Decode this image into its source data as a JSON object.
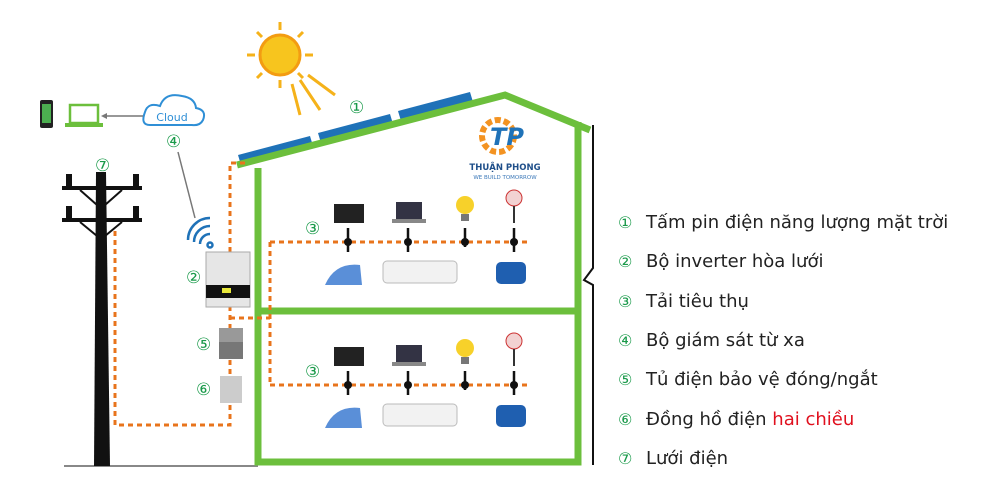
{
  "labels": {
    "panel": "①",
    "inverter": "②",
    "load_top": "③",
    "load_bottom": "③",
    "monitor": "④",
    "breaker": "⑤",
    "meter": "⑥",
    "grid": "⑦"
  },
  "cloud_label": "Cloud",
  "logo": {
    "initials": "TP",
    "name": "THUẬN PHONG",
    "tagline": "WE BUILD TOMORROW"
  },
  "legend": [
    {
      "num": "①",
      "text": "Tấm pin điện năng lượng mặt trời"
    },
    {
      "num": "②",
      "text": "Bộ inverter hòa lưới"
    },
    {
      "num": "③",
      "text": "Tải tiêu thụ"
    },
    {
      "num": "④",
      "text": "Bộ giám sát từ xa"
    },
    {
      "num": "⑤",
      "text": "Tủ điện bảo vệ đóng/ngắt"
    },
    {
      "num": "⑥",
      "text": "Đồng hồ điện ",
      "highlight": "hai chiều"
    },
    {
      "num": "⑦",
      "text": "Lưới điện"
    }
  ],
  "colors": {
    "house": "#6cbf3c",
    "wire": "#e8741c",
    "panel": "#1f72b8",
    "sun": "#f5b21a",
    "highlight": "#e0101e",
    "number": "#1a9a4a"
  }
}
